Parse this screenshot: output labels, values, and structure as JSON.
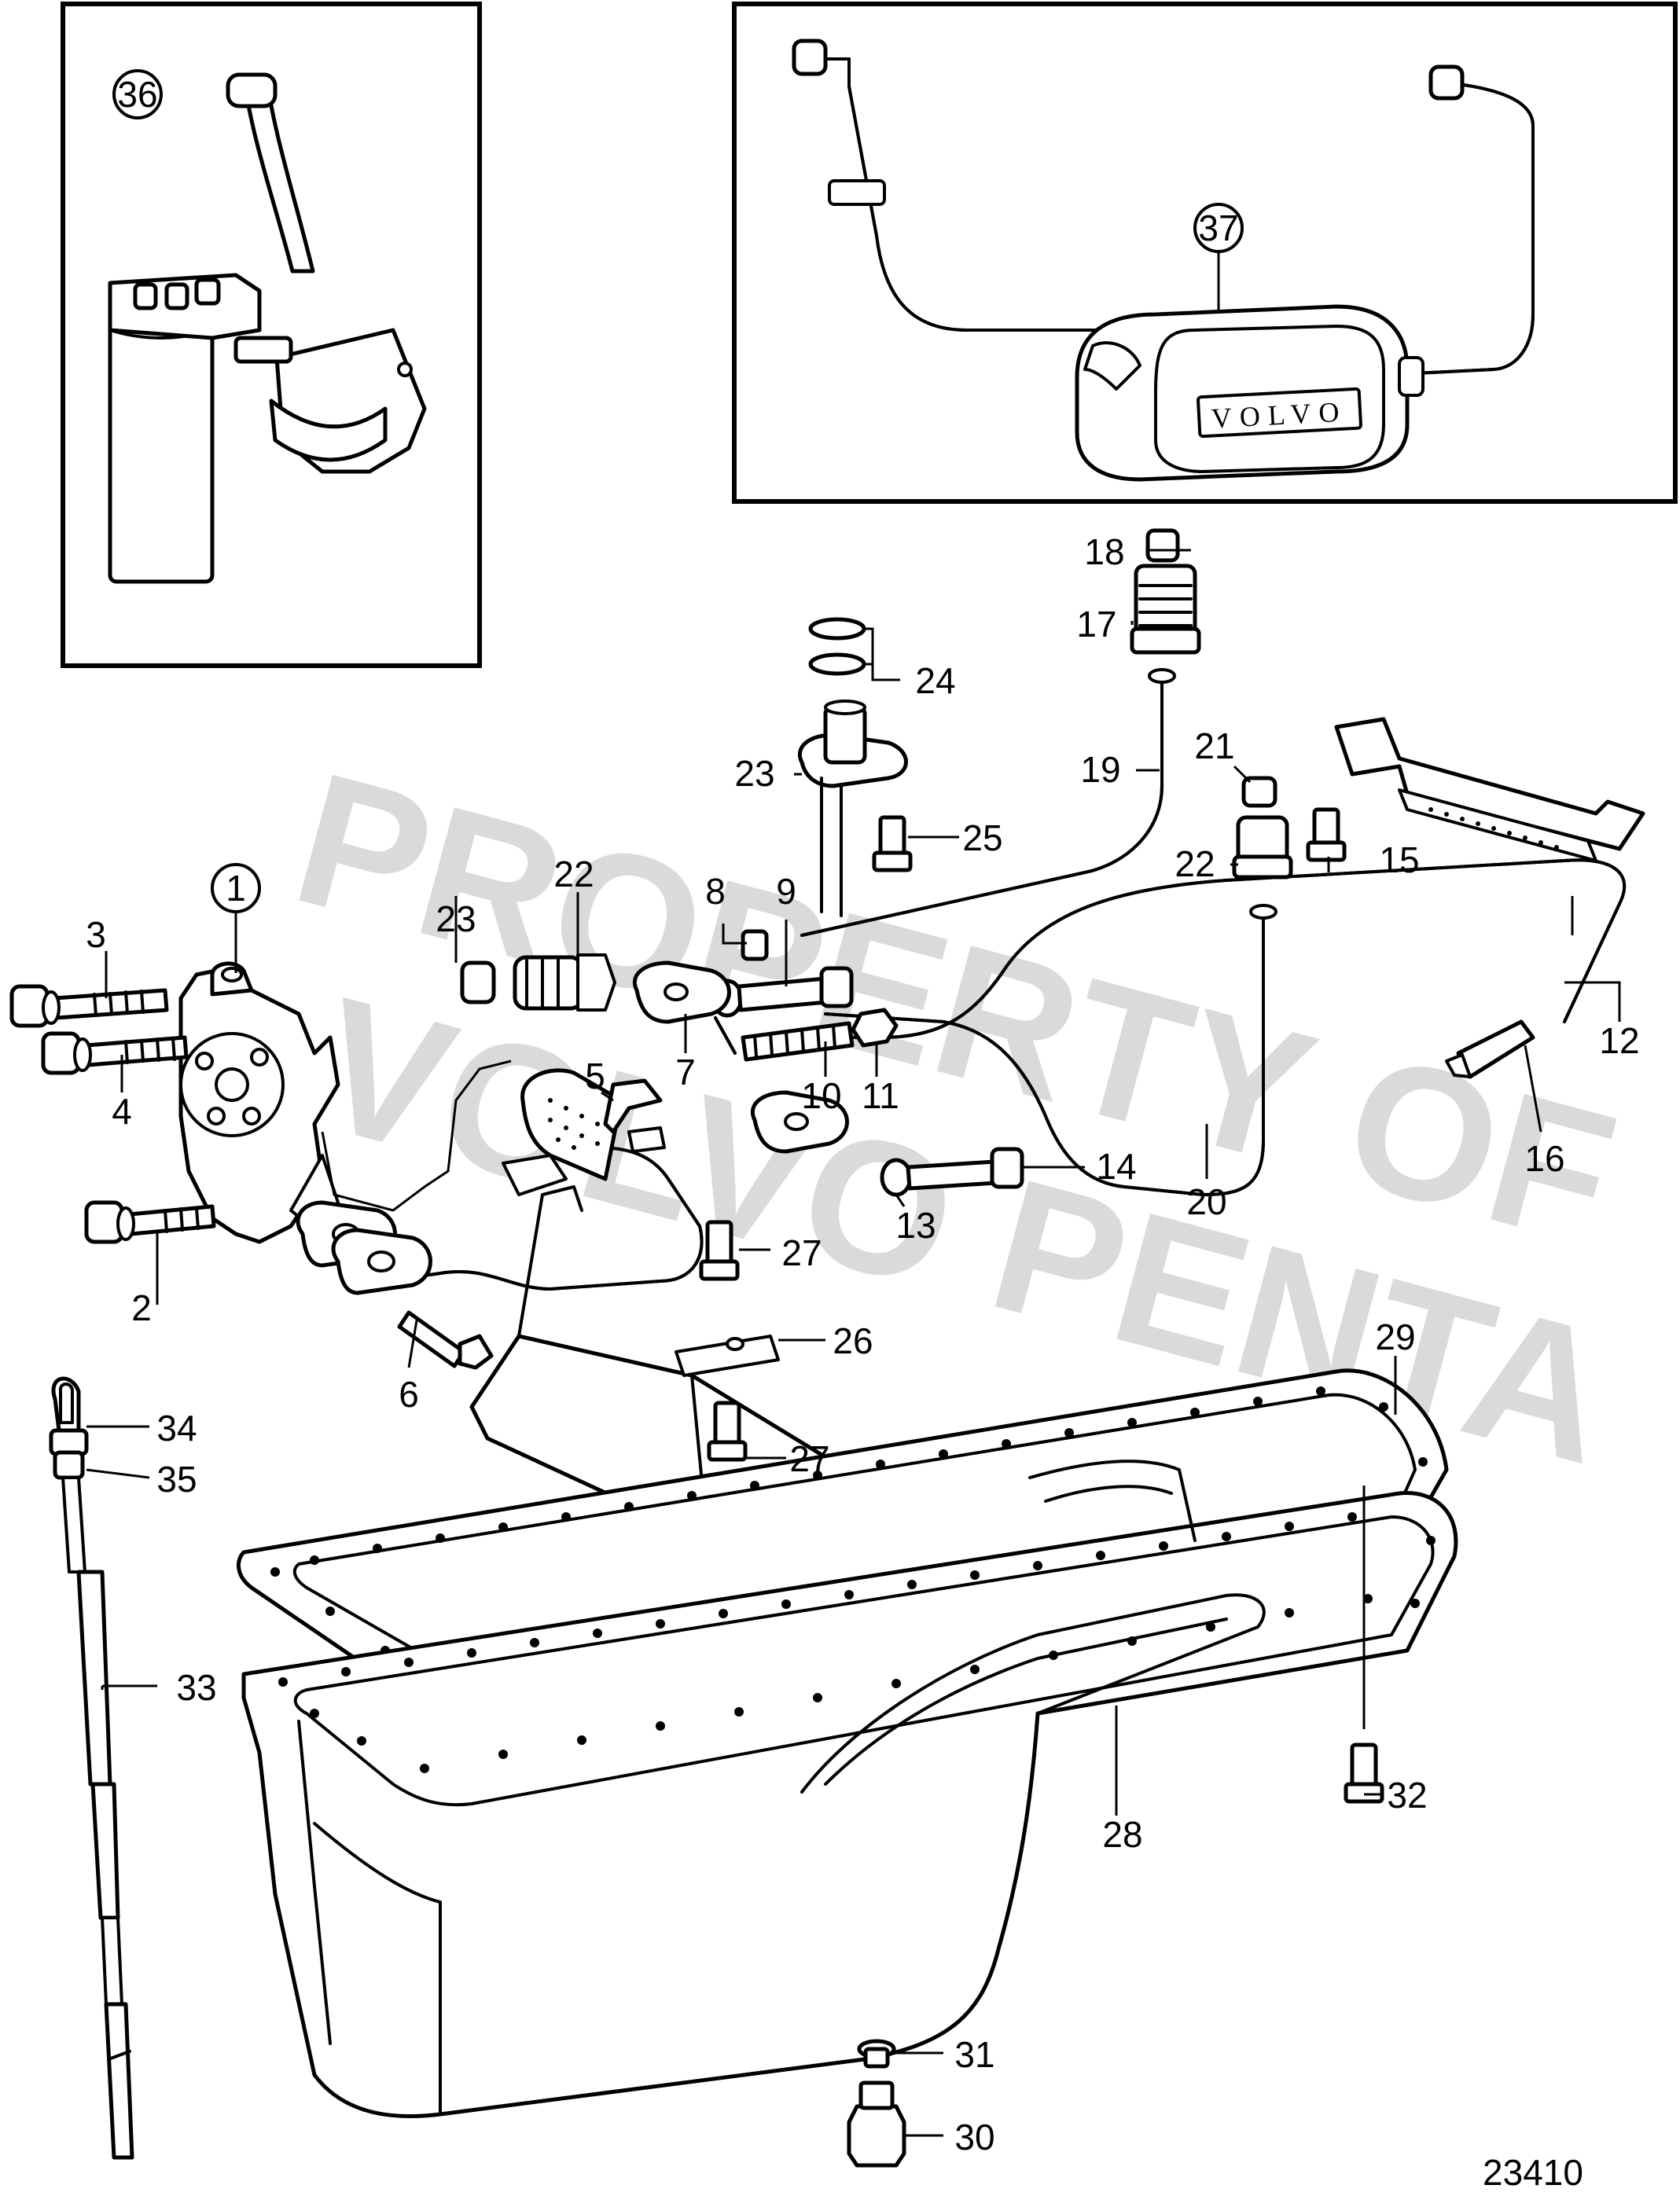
{
  "diagram": {
    "figure_number": "23410",
    "watermark_lines": [
      "PROPERTY OF",
      "VOLVO PENTA"
    ],
    "brand_plate": "VOLVO",
    "inset_left": {
      "ref": "36"
    },
    "inset_right": {
      "ref": "37"
    },
    "callouts": [
      {
        "id": "c1",
        "text": "1",
        "circled": true
      },
      {
        "id": "c2",
        "text": "2"
      },
      {
        "id": "c3",
        "text": "3"
      },
      {
        "id": "c4",
        "text": "4"
      },
      {
        "id": "c5",
        "text": "5"
      },
      {
        "id": "c6",
        "text": "6"
      },
      {
        "id": "c7",
        "text": "7"
      },
      {
        "id": "c8",
        "text": "8"
      },
      {
        "id": "c9",
        "text": "9"
      },
      {
        "id": "c10",
        "text": "10"
      },
      {
        "id": "c11",
        "text": "11"
      },
      {
        "id": "c12",
        "text": "12"
      },
      {
        "id": "c13",
        "text": "13"
      },
      {
        "id": "c14",
        "text": "14"
      },
      {
        "id": "c15",
        "text": "15"
      },
      {
        "id": "c16",
        "text": "16"
      },
      {
        "id": "c17",
        "text": "17"
      },
      {
        "id": "c18",
        "text": "18"
      },
      {
        "id": "c19",
        "text": "19"
      },
      {
        "id": "c20",
        "text": "20"
      },
      {
        "id": "c21",
        "text": "21"
      },
      {
        "id": "c22a",
        "text": "22"
      },
      {
        "id": "c22b",
        "text": "22"
      },
      {
        "id": "c23a",
        "text": "23"
      },
      {
        "id": "c23b",
        "text": "23"
      },
      {
        "id": "c24",
        "text": "24"
      },
      {
        "id": "c25",
        "text": "25"
      },
      {
        "id": "c26",
        "text": "26"
      },
      {
        "id": "c27a",
        "text": "27"
      },
      {
        "id": "c27b",
        "text": "27"
      },
      {
        "id": "c28",
        "text": "28"
      },
      {
        "id": "c29",
        "text": "29"
      },
      {
        "id": "c30",
        "text": "30"
      },
      {
        "id": "c31",
        "text": "31"
      },
      {
        "id": "c32",
        "text": "32"
      },
      {
        "id": "c33",
        "text": "33"
      },
      {
        "id": "c34",
        "text": "34"
      },
      {
        "id": "c35",
        "text": "35"
      }
    ]
  }
}
